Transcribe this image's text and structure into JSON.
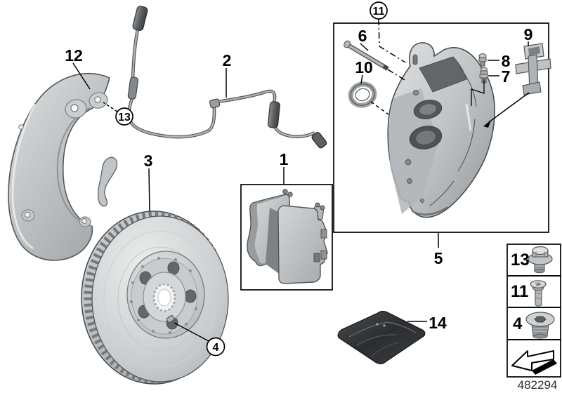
{
  "callouts": {
    "pads": "1",
    "sensor": "2",
    "disc": "3",
    "disc_screw": "4",
    "caliper": "5",
    "guide_pin": "6",
    "bleeder_lower": "7",
    "bleeder_upper": "8",
    "spring": "9",
    "seal_ring": "10",
    "caliper_screw": "11",
    "shield": "12",
    "shield_bolt": "13",
    "grease": "14"
  },
  "legend": {
    "rows": [
      {
        "num": "13",
        "icon": "hex-flange-bolt-icon"
      },
      {
        "num": "11",
        "icon": "torx-pan-screw-icon"
      },
      {
        "num": "4",
        "icon": "socket-plug-screw-icon"
      },
      {
        "num": "",
        "icon": "direction-of-travel-arrow-icon"
      }
    ]
  },
  "footer": {
    "part_number": "482294"
  },
  "colors": {
    "background": "#ffffff",
    "line": "#000000",
    "metal_light": "#d8dadb",
    "metal_mid": "#b4b7b9",
    "metal_dark": "#7f8386",
    "rubber_dark": "#3a3d40"
  }
}
